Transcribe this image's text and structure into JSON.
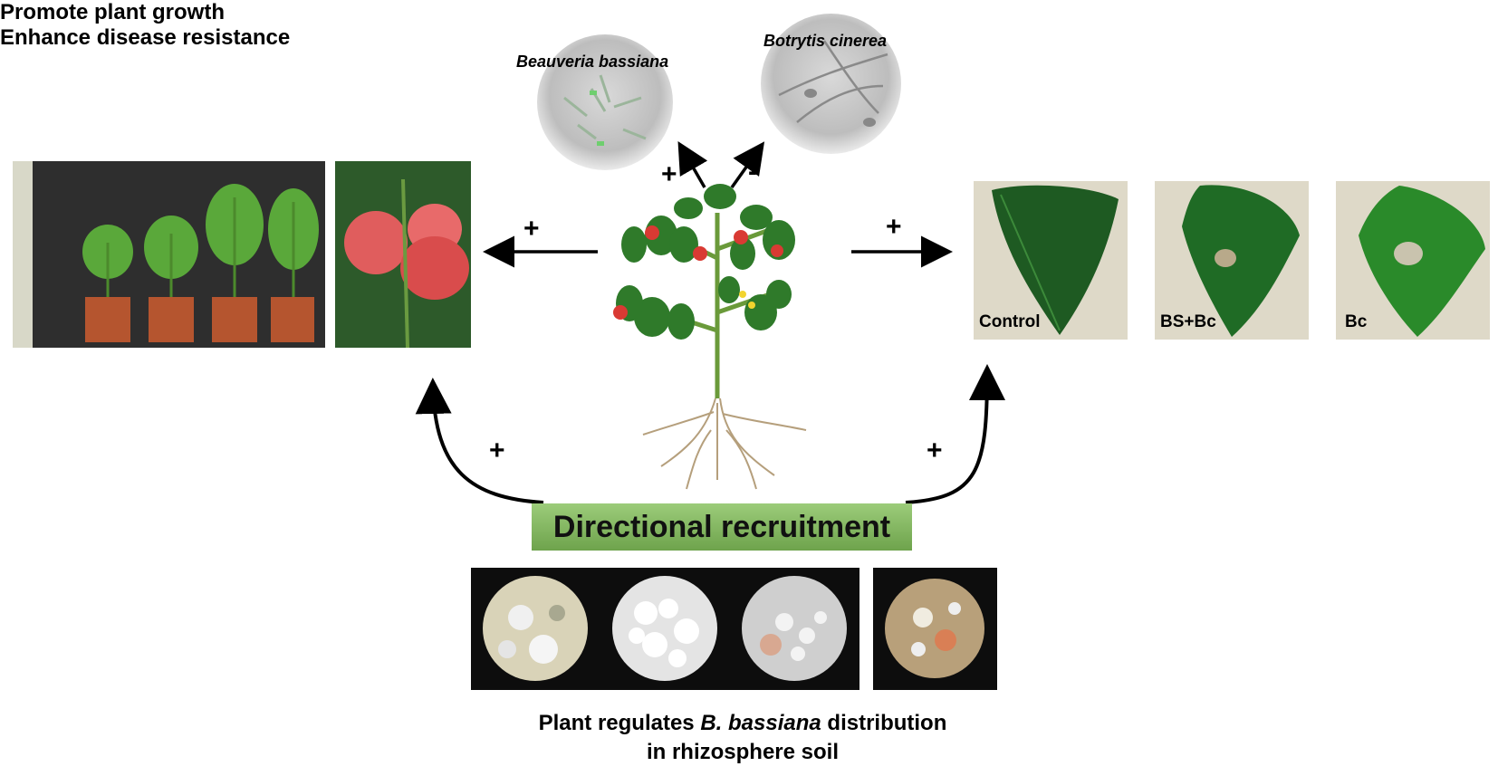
{
  "microscopy": {
    "left_label": "Beauveria bassiana",
    "right_label": "Botrytis cinerea",
    "left_sign": "+",
    "right_sign": "-"
  },
  "growth": {
    "label": "Promote plant growth",
    "sign": "+"
  },
  "resistance": {
    "label": "Enhance disease resistance",
    "sign": "+",
    "leaves": [
      "Control",
      "BS+Bc",
      "Bc"
    ]
  },
  "recruitment": {
    "label": "Directional recruitment",
    "left_sign": "+",
    "right_sign": "+"
  },
  "bottom_caption": {
    "line1_prefix": "Plant regulates ",
    "line1_species": "B. bassiana",
    "line1_suffix": " distribution",
    "line2": "in rhizosphere soil"
  },
  "colors": {
    "box_green": "#7db35a",
    "tomato_red": "#d93a33",
    "leaf_green": "#2f7a2a"
  }
}
